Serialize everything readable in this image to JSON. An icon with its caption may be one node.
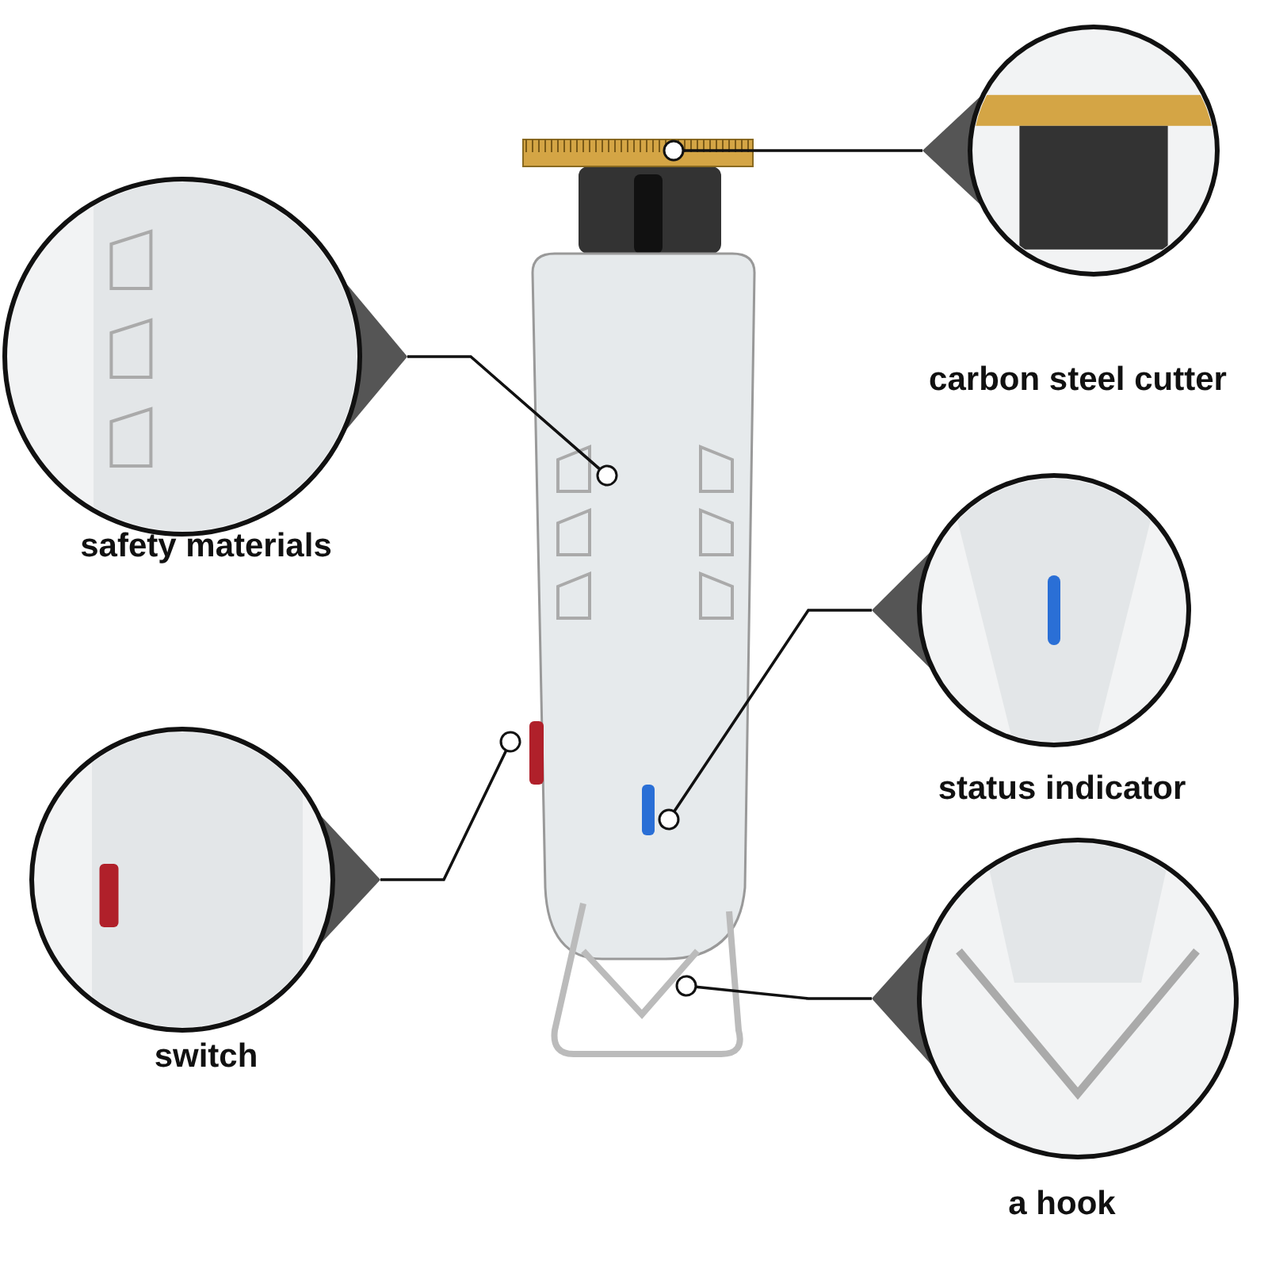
{
  "diagram": {
    "nodes": [
      {
        "text": [],
        "shape": "picture"
      },
      {
        "text": [],
        "shape": "picture",
        "in": 0
      },
      {
        "text": [],
        "shape": "picture",
        "in": 0
      },
      {
        "text": [],
        "shape": "box",
        "in": 0
      },
      {
        "text": [],
        "shape": "box",
        "in": 2
      },
      {
        "text": [],
        "shape": "picture",
        "in": 0
      },
      {
        "text": [
          "carbon steel cutter"
        ]
      },
      {
        "text": [
          "safety materials"
        ]
      },
      {
        "text": [
          "status indicator"
        ]
      },
      {
        "text": [
          "switch"
        ]
      },
      {
        "text": [
          "a hook"
        ]
      }
    ],
    "edges": [
      {
        "from": 6,
        "to": 1,
        "arrow": "other"
      },
      {
        "from": 7,
        "to": 2,
        "arrow": "other"
      },
      {
        "from": 8,
        "to": 4,
        "arrow": "other"
      },
      {
        "from": 9,
        "to": 3,
        "arrow": "other"
      },
      {
        "from": 10,
        "to": 5,
        "arrow": "other"
      }
    ]
  }
}
